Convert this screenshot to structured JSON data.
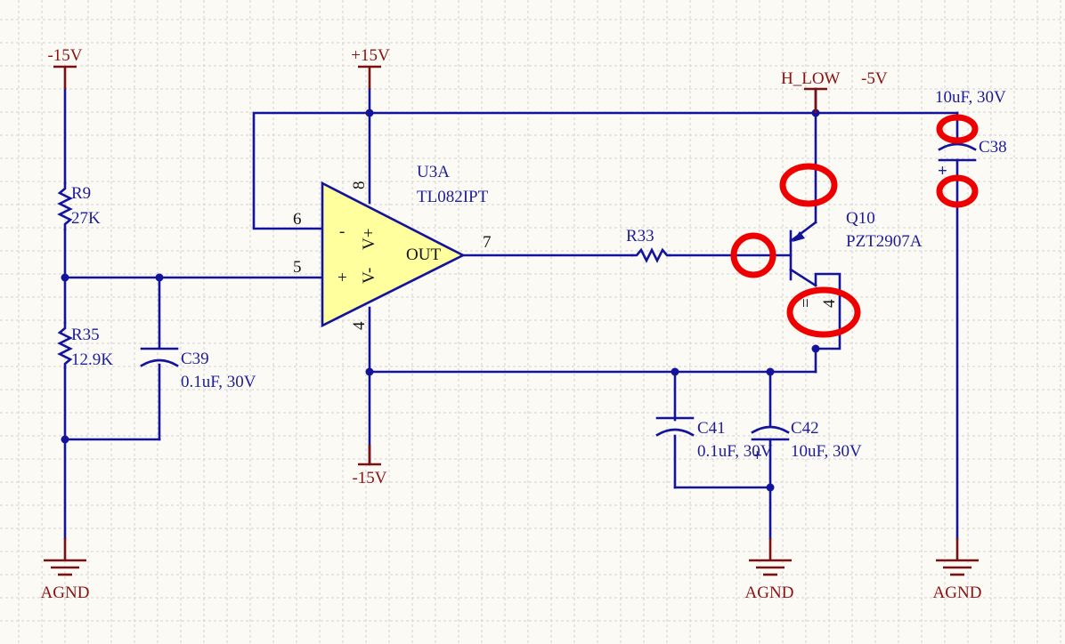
{
  "power": {
    "neg15_top": "-15V",
    "pos15": "+15V",
    "neg15_bottom": "-15V",
    "h_low": "H_LOW",
    "h_low_value": "-5V",
    "agnd": "AGND"
  },
  "opamp": {
    "ref": "U3A",
    "part": "TL082IPT",
    "pin_inv": "6",
    "pin_noninv": "5",
    "pin_out": "7",
    "pin_vpos": "8",
    "pin_vneg": "4",
    "minus": "-",
    "plus": "+",
    "vneg_label": "V-",
    "vpos_label": "V+",
    "out_label": "OUT"
  },
  "resistors": {
    "r9": {
      "ref": "R9",
      "value": "27K"
    },
    "r35": {
      "ref": "R35",
      "value": "12.9K"
    },
    "r33": {
      "ref": "R33"
    }
  },
  "capacitors": {
    "c39": {
      "ref": "C39",
      "value": "0.1uF, 30V"
    },
    "c41": {
      "ref": "C41",
      "value": "0.1uF, 30V"
    },
    "c42": {
      "ref": "C42",
      "value": "10uF, 30V"
    },
    "c38": {
      "ref": "C38",
      "value": "10uF, 30V"
    }
  },
  "transistor": {
    "ref": "Q10",
    "part": "PZT2907A",
    "pin_tab": "4"
  },
  "colors": {
    "wire": "#13139b",
    "power_port": "#7a1010",
    "opamp_fill": "#ffff9e",
    "highlight": "#ee0000",
    "background": "#fbfaf5"
  }
}
